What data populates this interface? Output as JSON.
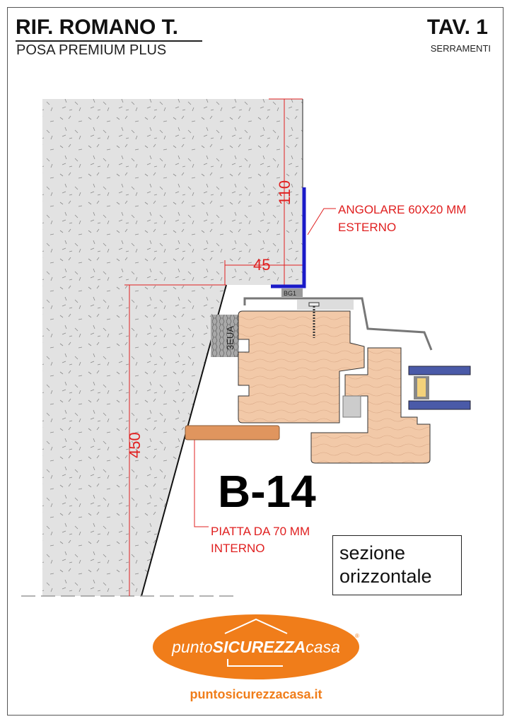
{
  "header": {
    "title": "RIF. ROMANO T.",
    "subtitle": "POSA PREMIUM PLUS",
    "sheet": "TAV. 1",
    "sheet_sub": "SERRAMENTI"
  },
  "drawing": {
    "dim_top": "110",
    "dim_offset": "45",
    "dim_depth": "450",
    "gasket_label": "3EUA",
    "profile_label": "BG1",
    "note_exterior": [
      "ANGOLARE 60X20 MM",
      "ESTERNO"
    ],
    "note_interior": [
      "PIATTA DA 70 MM",
      "INTERNO"
    ],
    "code": "B-14",
    "section": [
      "sezione",
      "orizzontale"
    ]
  },
  "logo": {
    "prefix": "punto",
    "brand": "SICUREZZA",
    "suffix": "casa",
    "registered": "®",
    "url": "puntosicurezzacasa.it"
  },
  "colors": {
    "dimension": "#e02020",
    "angle": "#1a1ac8",
    "brand": "#f07d1a",
    "wood": "#f2c9a8",
    "glass": "#4a5aa8"
  }
}
